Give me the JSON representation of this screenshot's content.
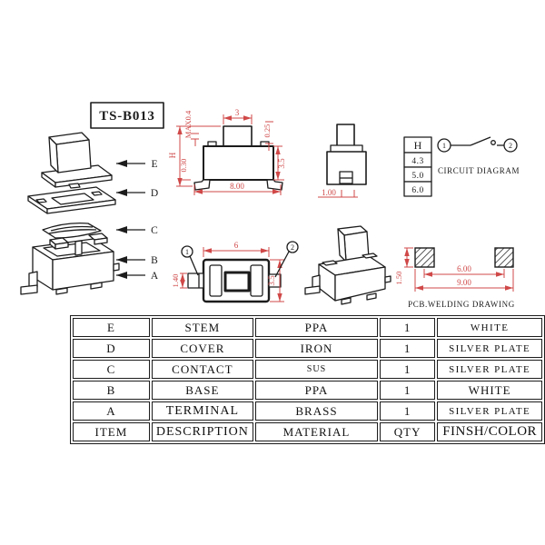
{
  "title": "TS-B013",
  "exploded_view": {
    "part_labels": [
      "E",
      "D",
      "C",
      "B",
      "A"
    ]
  },
  "front_view": {
    "dim_stem_width": "3",
    "dim_travel": "MAX0.4",
    "dim_step": "0.25",
    "dim_height": "H",
    "dim_standoff": "0.30",
    "dim_body_height": "3.5",
    "dim_body_width": "8.00"
  },
  "side_view": {
    "dim_terminal_width": "1.00"
  },
  "height_table": {
    "header": "H",
    "values": [
      "4.3",
      "5.0",
      "6.0"
    ]
  },
  "circuit_diagram": {
    "terminal_1": "1",
    "terminal_2": "2",
    "caption": "CIRCUIT DIAGRAM"
  },
  "top_view": {
    "dim_body_width": "6",
    "dim_terminal_height": "1.40",
    "dim_body_height": "3.5",
    "terminal_1": "1",
    "terminal_2": "2"
  },
  "pcb_drawing": {
    "dim_pad_height": "1.50",
    "dim_pad_pitch": "6.00",
    "dim_overall": "9.00",
    "caption": "PCB.WELDING DRAWING"
  },
  "parts_table": {
    "rows": [
      [
        "E",
        "STEM",
        "PPA",
        "1",
        "WHITE"
      ],
      [
        "D",
        "COVER",
        "IRON",
        "1",
        "SILVER PLATE"
      ],
      [
        "C",
        "CONTACT",
        "SUS",
        "1",
        "SILVER PLATE"
      ],
      [
        "B",
        "BASE",
        "PPA",
        "1",
        "WHITE"
      ],
      [
        "A",
        "TERMINAL",
        "BRASS",
        "1",
        "SILVER PLATE"
      ],
      [
        "ITEM",
        "DESCRIPTION",
        "MATERIAL",
        "QTY",
        "FINSH/COLOR"
      ]
    ]
  },
  "colors": {
    "dimension_red": "#d04848",
    "line_black": "#1c1c1c"
  }
}
